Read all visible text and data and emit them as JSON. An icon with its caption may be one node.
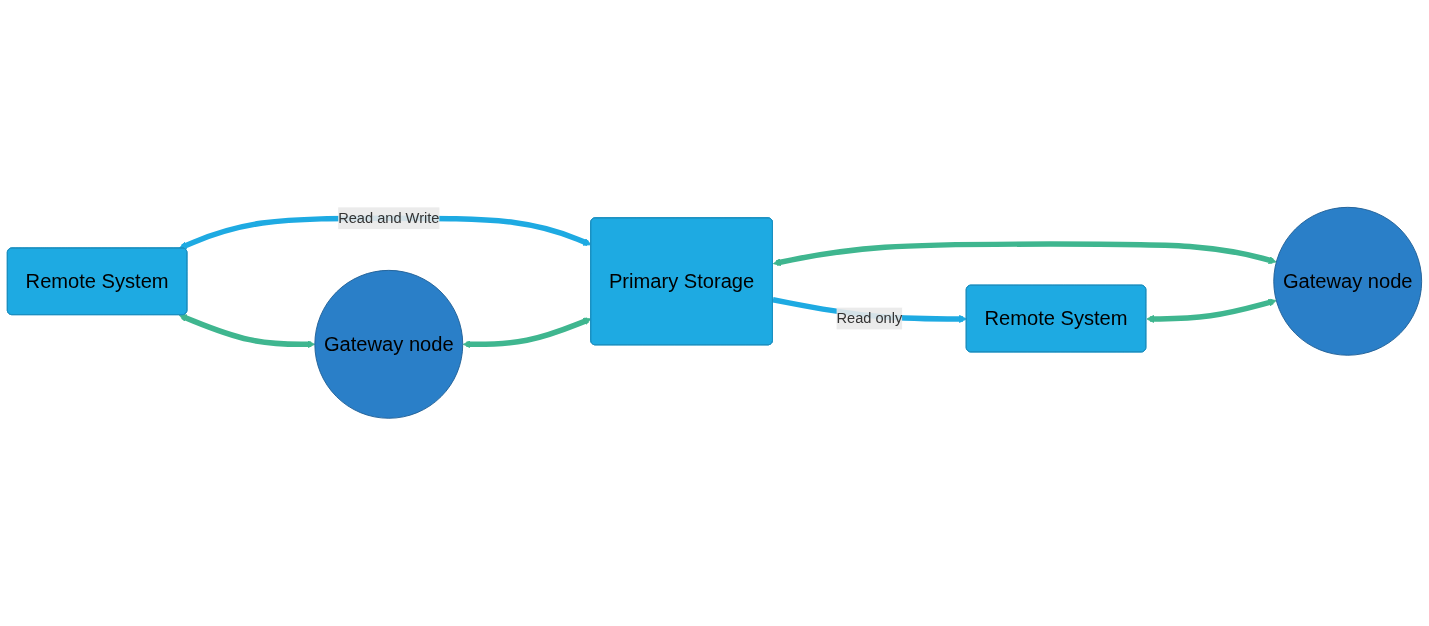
{
  "diagram": {
    "nodes": [
      {
        "text": [
          "Remote System"
        ]
      },
      {
        "text": [
          "Gateway node"
        ]
      },
      {
        "text": [
          "Primary Storage"
        ]
      },
      {
        "text": [
          "Remote System"
        ]
      },
      {
        "text": [
          "Gateway node"
        ]
      }
    ],
    "edges": [
      {
        "from": 0,
        "to": 1,
        "arrow": "both"
      },
      {
        "from": 0,
        "to": 2,
        "arrow": "both",
        "label": "Read and Write",
        "color": "#1eaae2"
      },
      {
        "from": 1,
        "to": 2,
        "arrow": "both"
      },
      {
        "from": 2,
        "to": 3,
        "arrow": "to",
        "label": "Read only",
        "color": "#1eaae2"
      },
      {
        "from": 2,
        "to": 4,
        "arrow": "both"
      },
      {
        "from": 3,
        "to": 4,
        "arrow": "both"
      }
    ]
  }
}
